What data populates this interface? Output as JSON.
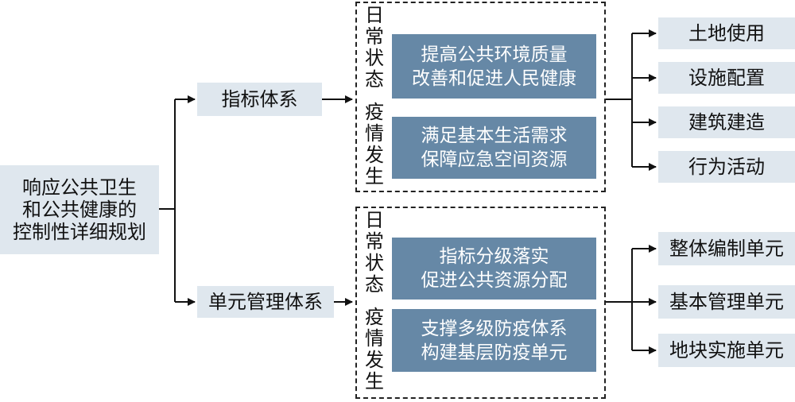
{
  "root": {
    "line1": "响应公共卫生",
    "line2": "和公共健康的",
    "line3": "控制性详细规划"
  },
  "systems": {
    "indicator": "指标体系",
    "unit": "单元管理体系"
  },
  "state_labels": {
    "top": {
      "normal": [
        "日",
        "常",
        "状",
        "态"
      ],
      "epidemic": [
        "疫",
        "情",
        "发",
        "生"
      ]
    },
    "bottom": {
      "normal": [
        "日",
        "常",
        "状",
        "态"
      ],
      "epidemic": [
        "疫",
        "情",
        "发",
        "生"
      ]
    }
  },
  "goals": {
    "top1": [
      "提高公共环境质量",
      "改善和促进人民健康"
    ],
    "top2": [
      "满足基本生活需求",
      "保障应急空间资源"
    ],
    "bottom1": [
      "指标分级落实",
      "促进公共资源分配"
    ],
    "bottom2": [
      "支撑多级防疫体系",
      "构建基层防疫单元"
    ]
  },
  "indicator_items": [
    "土地使用",
    "设施配置",
    "建筑建造",
    "行为活动"
  ],
  "unit_items": [
    "整体编制单元",
    "基本管理单元",
    "地块实施单元"
  ]
}
